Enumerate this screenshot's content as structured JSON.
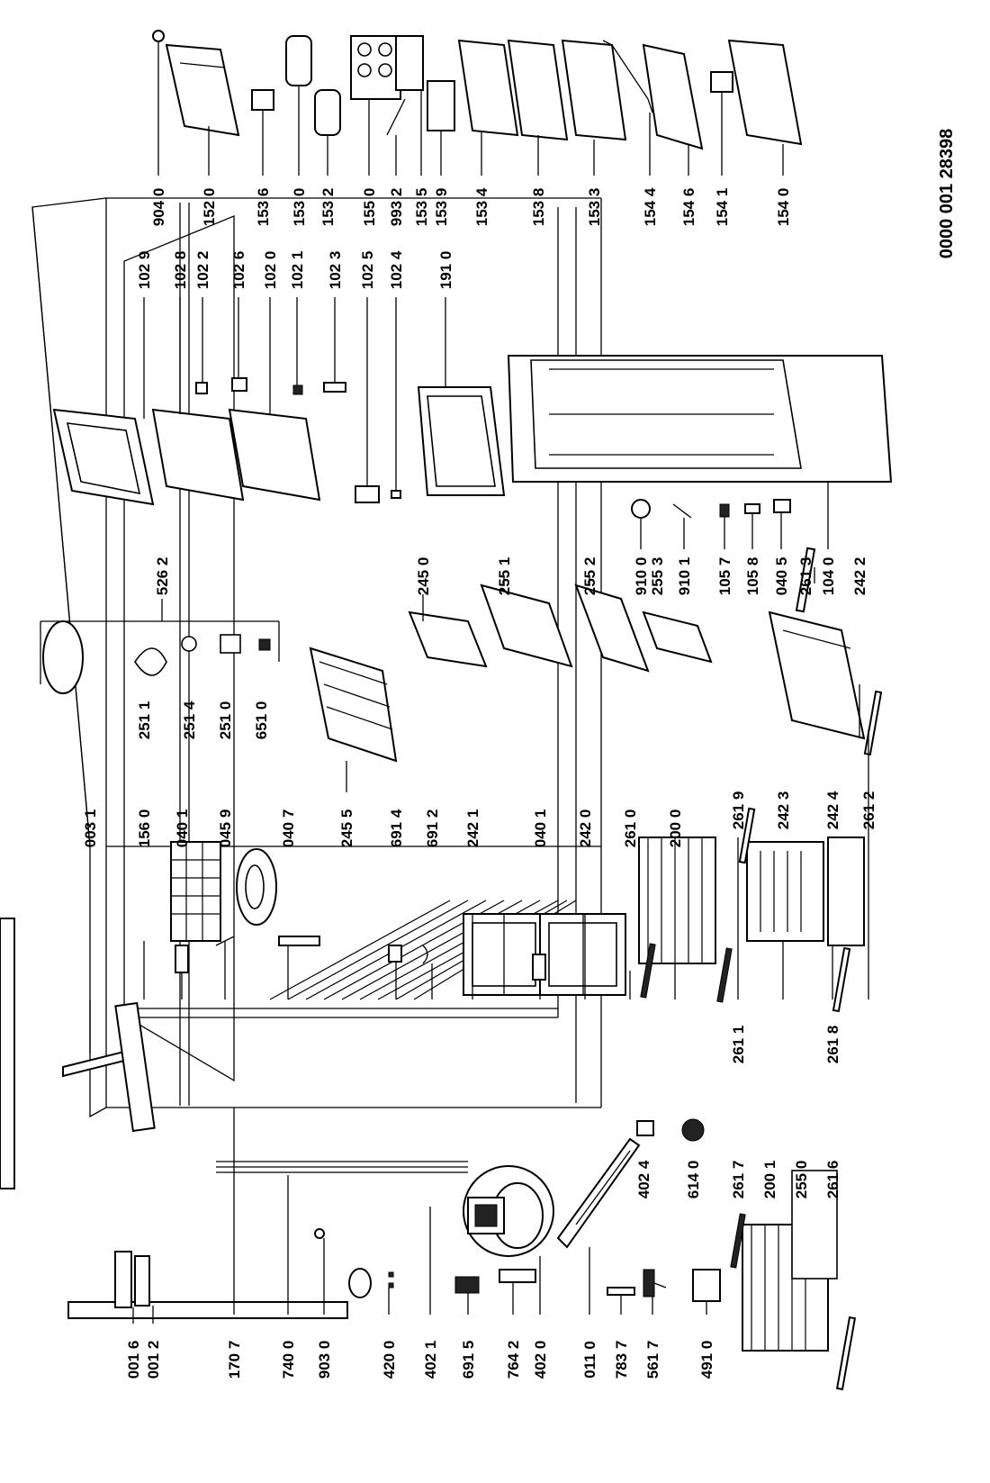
{
  "document_number": "0000 001 28398",
  "parts": {
    "p0016": "001 6",
    "p0012": "001 2",
    "p1707": "170 7",
    "p7400": "740 0",
    "p9030": "903 0",
    "p4200": "420 0",
    "p4021": "402 1",
    "p6915": "691 5",
    "p7642": "764 2",
    "p4020": "402 0",
    "p0110": "011 0",
    "p7837": "783 7",
    "p5617": "561 7",
    "p4910": "491 0",
    "p4024": "402 4",
    "p6140": "614 0",
    "p2617": "261 7",
    "p2001": "200 1",
    "p2550": "255 0",
    "p2616": "261 6",
    "p0031": "003 1",
    "p1560": "156 0",
    "p0401a": "040 1",
    "p0459": "045 9",
    "p0407": "040 7",
    "p6914": "691 4",
    "p6912": "691 2",
    "p2421": "242 1",
    "p0401b": "040 1",
    "p2420": "242 0",
    "p2610": "261 0",
    "p2000": "200 0",
    "p2619": "261 9",
    "p2423": "242 3",
    "p2424": "242 4",
    "p2611": "261 1",
    "p2618": "261 8",
    "p2612": "261 2",
    "p2455": "245 5",
    "p2511": "251 1",
    "p2514": "251 4",
    "p2510": "251 0",
    "p6510": "651 0",
    "p5262": "526 2",
    "p2450": "245 0",
    "p2551": "255 1",
    "p2552": "255 2",
    "p9100": "910 0",
    "p2553": "255 3",
    "p9101": "910 1",
    "p1057": "105 7",
    "p1058": "105 8",
    "p0405": "040 5",
    "p2613": "261 3",
    "p1040": "104 0",
    "p2422": "242 2",
    "p1029": "102 9",
    "p1028": "102 8",
    "p1022": "102 2",
    "p1026": "102 6",
    "p1020": "102 0",
    "p1021": "102 1",
    "p1023": "102 3",
    "p1025": "102 5",
    "p1024": "102 4",
    "p1910": "191 0",
    "p9040": "904 0",
    "p1520": "152 0",
    "p1536": "153 6",
    "p1530": "153 0",
    "p1532": "153 2",
    "p1550": "155 0",
    "p9932": "993 2",
    "p1535": "153 5",
    "p1539": "153 9",
    "p1534": "153 4",
    "p1538": "153 8",
    "p1533": "153 3",
    "p1544": "154 4",
    "p1546": "154 6",
    "p1541": "154 1",
    "p1540": "154 0"
  }
}
